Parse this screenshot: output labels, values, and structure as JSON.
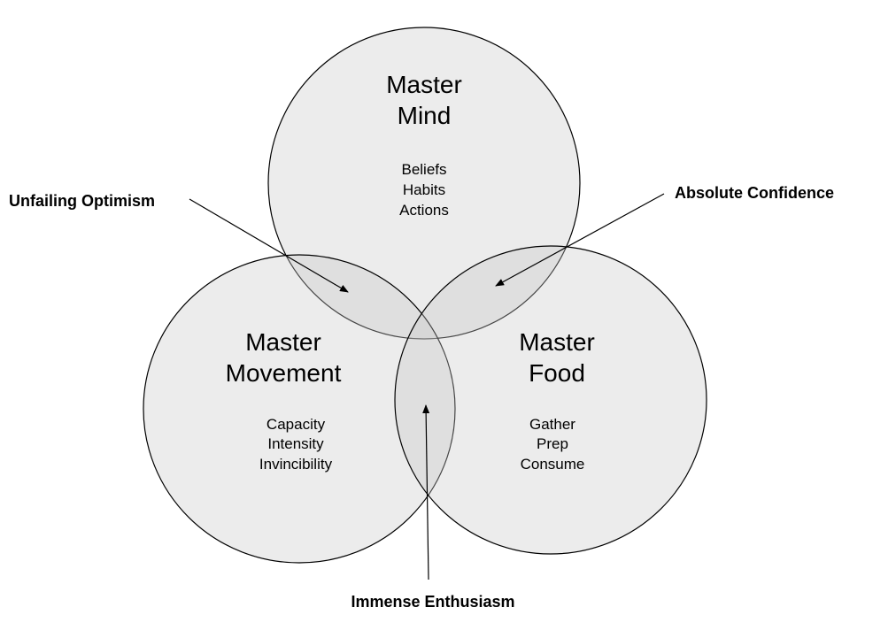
{
  "circles": {
    "mind": {
      "title_line1": "Master",
      "title_line2": "Mind",
      "items": [
        "Beliefs",
        "Habits",
        "Actions"
      ]
    },
    "movement": {
      "title_line1": "Master",
      "title_line2": "Movement",
      "items": [
        "Capacity",
        "Intensity",
        "Invincibility"
      ]
    },
    "food": {
      "title_line1": "Master",
      "title_line2": "Food",
      "items": [
        "Gather",
        "Prep",
        "Consume"
      ]
    }
  },
  "callouts": {
    "optimism": "Unfailing Optimism",
    "confidence": "Absolute Confidence",
    "enthusiasm": "Immense Enthusiasm"
  }
}
